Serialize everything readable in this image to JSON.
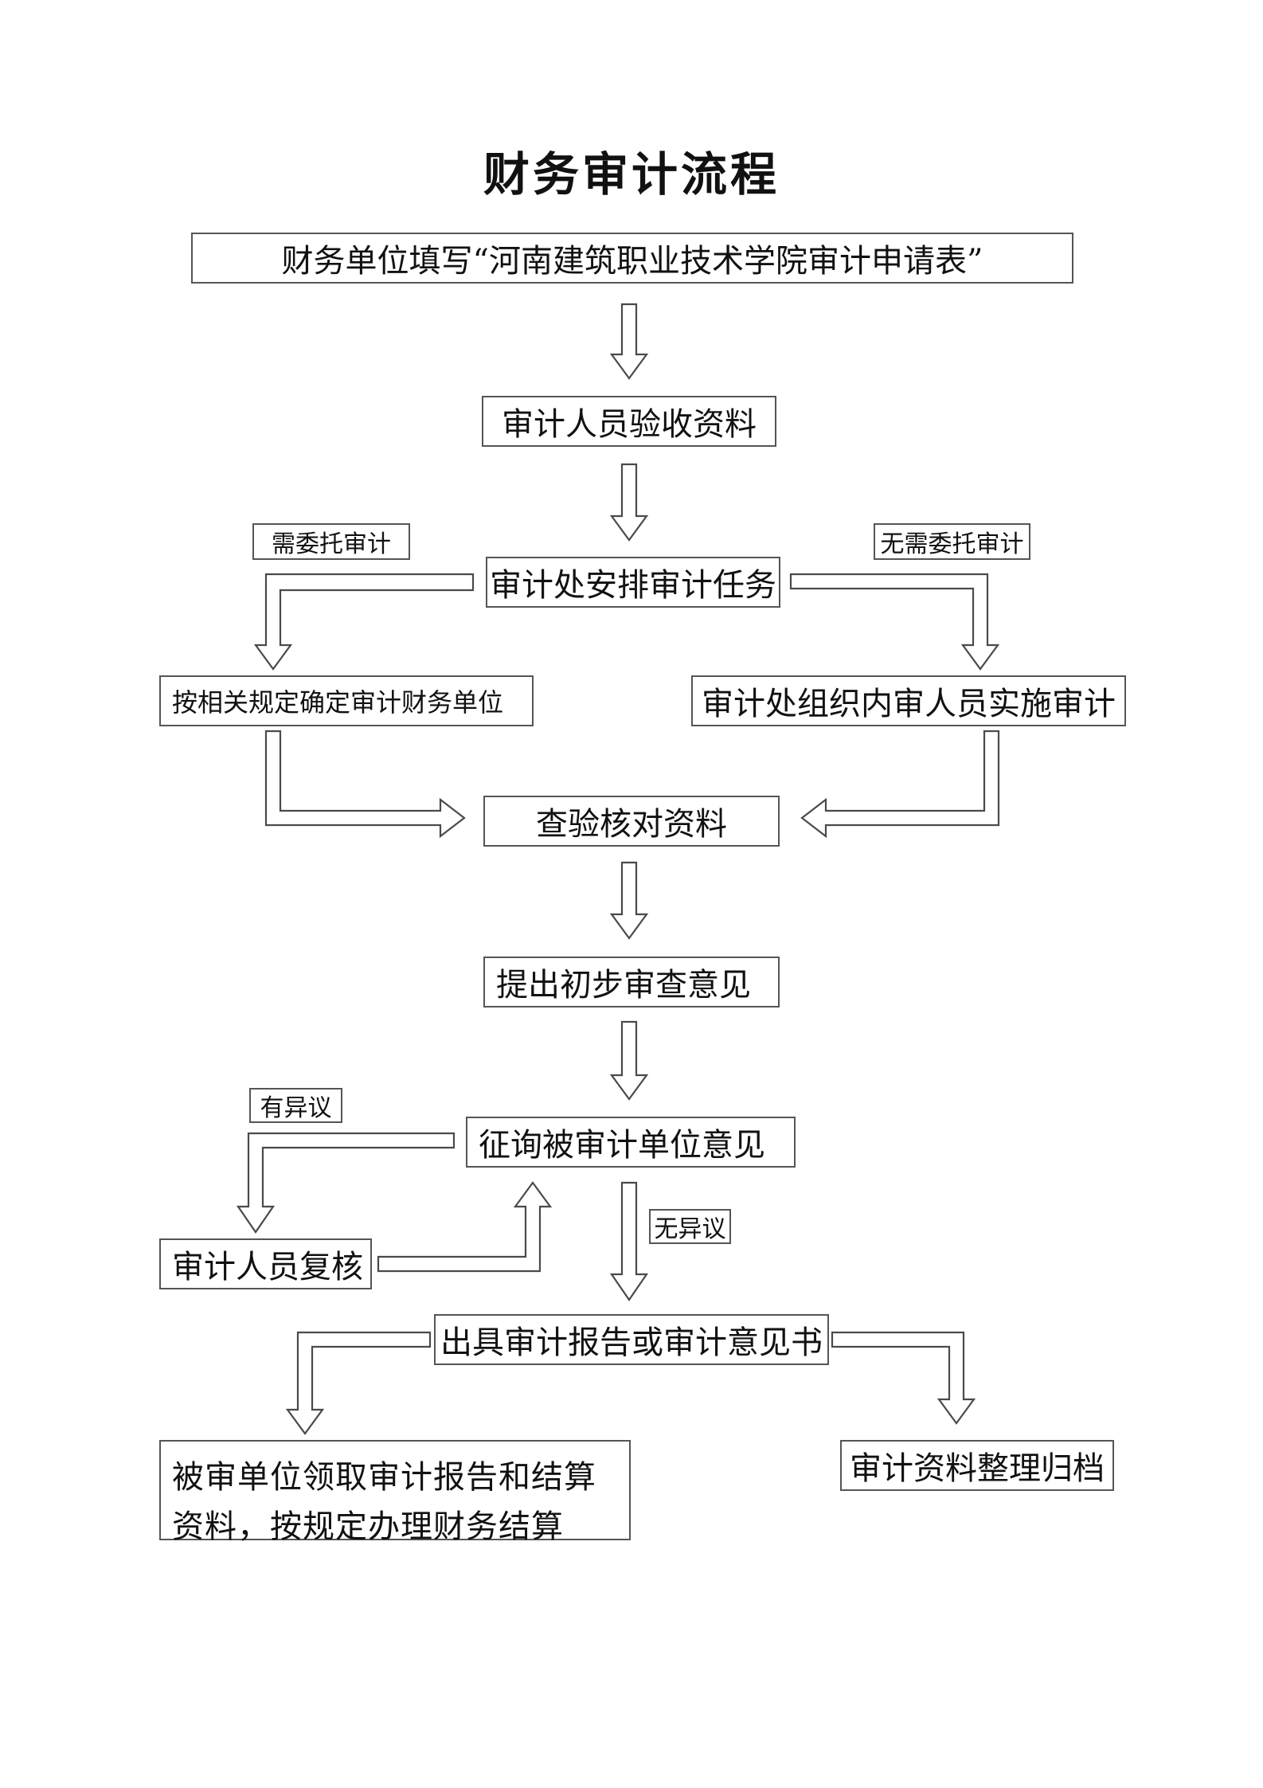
{
  "title": "财务审计流程",
  "steps": {
    "apply": "财务单位填写“河南建筑职业技术学院审计申请表”",
    "receive": "审计人员验收资料",
    "assign": "审计处安排审计任务",
    "determine_unit": "按相关规定确定审计财务单位",
    "internal_audit": "审计处组织内审人员实施审计",
    "verify": "查验核对资料",
    "preliminary": "提出初步审查意见",
    "consult": "征询被审计单位意见",
    "recheck": "审计人员复核",
    "issue_report": "出具审计报告或审计意见书",
    "settlement": "被审单位领取审计报告和结算资料，按规定办理财务结算",
    "archive": "审计资料整理归档"
  },
  "labels": {
    "need_entrust": "需委托审计",
    "no_entrust": "无需委托审计",
    "objection": "有异议",
    "no_objection": "无异议"
  }
}
